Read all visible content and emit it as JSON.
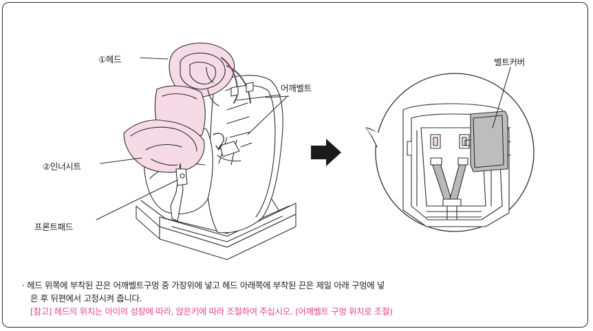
{
  "labels": {
    "head": "①헤드",
    "shoulder_belt": "어깨벨트",
    "belt_cover": "벨트커버",
    "inner_seat": "②인너시트",
    "front_pad": "프론트패드"
  },
  "instructions": {
    "bullet": "·",
    "line1": "헤드 위쪽에 부착된 끈은 어깨벨트구멍 중 가장위에 넣고 헤드 아래쪽에 부착된 끈은 제일 아래 구멍에 넣",
    "line2": "은 후 뒤편에서 고정시켜 줍니다.",
    "reference": "[참고] 헤드의 위치는 아이의 성장에 따라, 앉은키에 따라 조절하여 주십시오. (어깨벨트 구멍 위치로 조절)"
  },
  "colors": {
    "pink_fill": "#f6dbe6",
    "reference_text": "#e0468a",
    "belt_gray": "#b9b9b9",
    "cover_gray": "#bdbdbd"
  }
}
